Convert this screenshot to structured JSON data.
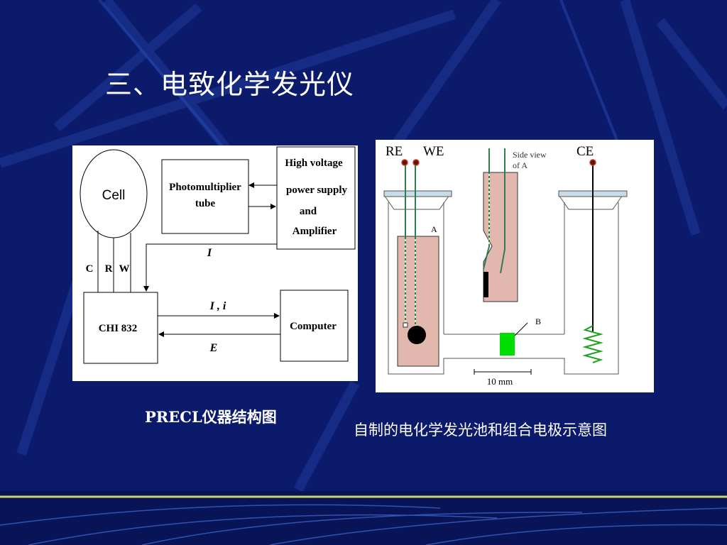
{
  "slide": {
    "title": "三、电致化学发光仪",
    "colors": {
      "background": "#0b1a6b",
      "text": "#ffffff",
      "accent_line": "#c8d86a"
    }
  },
  "block_diagram": {
    "cell": "Cell",
    "pmt_line1": "Photomultiplier",
    "pmt_line2": "tube",
    "hv_line1": "High voltage",
    "hv_line2": "power supply",
    "hv_line3": "and",
    "hv_line4": "Amplifier",
    "electrode_c": "C",
    "electrode_r": "R",
    "electrode_w": "W",
    "signal_i": "I",
    "potentiostat": "CHI 832",
    "signal_ii": "I , i",
    "computer": "Computer",
    "signal_e": "E",
    "caption": "PRECL仪器结构图"
  },
  "cell_diagram": {
    "label_re": "RE",
    "label_we": "WE",
    "label_ce": "CE",
    "side_view_line1": "Side view",
    "side_view_line2": "of A",
    "label_a": "A",
    "label_b": "B",
    "scale": "10 mm",
    "caption": "自制的电化学发光池和组合电极示意图",
    "colors": {
      "electrode_block": "#e2b8ae",
      "membrane": "#00dd00",
      "wire": "#2e7d4e",
      "ring": "#c8dce8"
    }
  }
}
